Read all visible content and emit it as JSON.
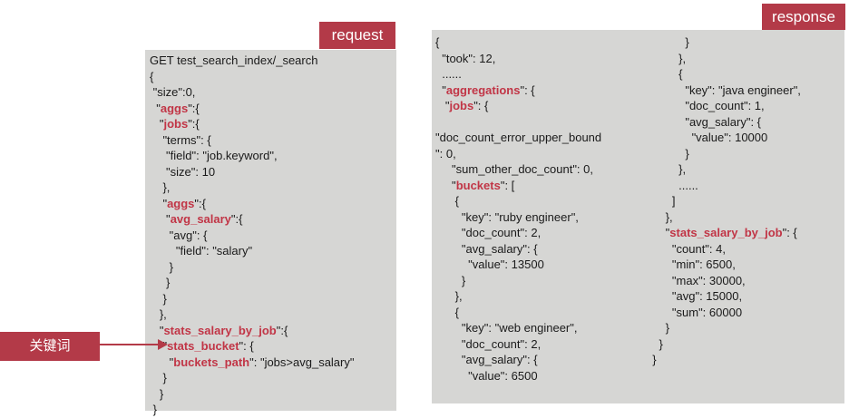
{
  "request_tag": "request",
  "response_tag": "response",
  "keyword_label": "关键词",
  "request_lines": [
    [
      {
        "t": "GET test_search_index/_search"
      }
    ],
    [
      {
        "t": "{"
      }
    ],
    [
      {
        "t": " \"size\":0,"
      }
    ],
    [
      {
        "t": "  \""
      },
      {
        "t": "aggs",
        "kw": true
      },
      {
        "t": "\":{"
      }
    ],
    [
      {
        "t": "   \""
      },
      {
        "t": "jobs",
        "kw": true
      },
      {
        "t": "\":{"
      }
    ],
    [
      {
        "t": "    \"terms\": {"
      }
    ],
    [
      {
        "t": "     \"field\": \"job.keyword\","
      }
    ],
    [
      {
        "t": "     \"size\": 10"
      }
    ],
    [
      {
        "t": "    },"
      }
    ],
    [
      {
        "t": "    \""
      },
      {
        "t": "aggs",
        "kw": true
      },
      {
        "t": "\":{"
      }
    ],
    [
      {
        "t": "     \""
      },
      {
        "t": "avg_salary",
        "kw": true
      },
      {
        "t": "\":{"
      }
    ],
    [
      {
        "t": "      \"avg\": {"
      }
    ],
    [
      {
        "t": "        \"field\": \"salary\""
      }
    ],
    [
      {
        "t": "      }"
      }
    ],
    [
      {
        "t": "     }"
      }
    ],
    [
      {
        "t": "    }"
      }
    ],
    [
      {
        "t": "   },"
      }
    ],
    [
      {
        "t": "   \""
      },
      {
        "t": "stats_salary_by_job",
        "kw": true
      },
      {
        "t": "\":{"
      }
    ],
    [
      {
        "t": "    \""
      },
      {
        "t": "stats_bucket",
        "kw": true
      },
      {
        "t": "\": {"
      }
    ],
    [
      {
        "t": "      \""
      },
      {
        "t": "buckets_path",
        "kw": true
      },
      {
        "t": "\": \"jobs>avg_salary\""
      }
    ],
    [
      {
        "t": "    }"
      }
    ],
    [
      {
        "t": "   }"
      }
    ],
    [
      {
        "t": " }"
      }
    ]
  ],
  "response_col1_lines": [
    [
      {
        "t": "{"
      }
    ],
    [
      {
        "t": "  \"took\": 12,"
      }
    ],
    [
      {
        "t": "  ......"
      }
    ],
    [
      {
        "t": "  \""
      },
      {
        "t": "aggregations",
        "kw": true
      },
      {
        "t": "\": {"
      }
    ],
    [
      {
        "t": "   \""
      },
      {
        "t": "jobs",
        "kw": true
      },
      {
        "t": "\": {"
      }
    ],
    [
      {
        "t": ""
      }
    ],
    [
      {
        "t": "\"doc_count_error_upper_bound"
      }
    ],
    [
      {
        "t": "\": 0,"
      }
    ],
    [
      {
        "t": "     \"sum_other_doc_count\": 0,"
      }
    ],
    [
      {
        "t": "     \""
      },
      {
        "t": "buckets",
        "kw": true
      },
      {
        "t": "\": ["
      }
    ],
    [
      {
        "t": "      {"
      }
    ],
    [
      {
        "t": "        \"key\": \"ruby engineer\","
      }
    ],
    [
      {
        "t": "        \"doc_count\": 2,"
      }
    ],
    [
      {
        "t": "        \"avg_salary\": {"
      }
    ],
    [
      {
        "t": "          \"value\": 13500"
      }
    ],
    [
      {
        "t": "        }"
      }
    ],
    [
      {
        "t": "      },"
      }
    ],
    [
      {
        "t": "      {"
      }
    ],
    [
      {
        "t": "        \"key\": \"web engineer\","
      }
    ],
    [
      {
        "t": "        \"doc_count\": 2,"
      }
    ],
    [
      {
        "t": "        \"avg_salary\": {"
      }
    ],
    [
      {
        "t": "          \"value\": 6500"
      }
    ]
  ],
  "response_col2_lines": [
    [
      {
        "t": "            }"
      }
    ],
    [
      {
        "t": "          },"
      }
    ],
    [
      {
        "t": "          {"
      }
    ],
    [
      {
        "t": "            \"key\": \"java engineer\","
      }
    ],
    [
      {
        "t": "            \"doc_count\": 1,"
      }
    ],
    [
      {
        "t": "            \"avg_salary\": {"
      }
    ],
    [
      {
        "t": "              \"value\": 10000"
      }
    ],
    [
      {
        "t": "            }"
      }
    ],
    [
      {
        "t": "          },"
      }
    ],
    [
      {
        "t": "          ......"
      }
    ],
    [
      {
        "t": "        ]"
      }
    ],
    [
      {
        "t": "      },"
      }
    ],
    [
      {
        "t": "      \""
      },
      {
        "t": "stats_salary_by_job",
        "kw": true
      },
      {
        "t": "\": {"
      }
    ],
    [
      {
        "t": "        \"count\": 4,"
      }
    ],
    [
      {
        "t": "        \"min\": 6500,"
      }
    ],
    [
      {
        "t": "        \"max\": 30000,"
      }
    ],
    [
      {
        "t": "        \"avg\": 15000,"
      }
    ],
    [
      {
        "t": "        \"sum\": 60000"
      }
    ],
    [
      {
        "t": "      }"
      }
    ],
    [
      {
        "t": "    }"
      }
    ],
    [
      {
        "t": "  }"
      }
    ]
  ]
}
